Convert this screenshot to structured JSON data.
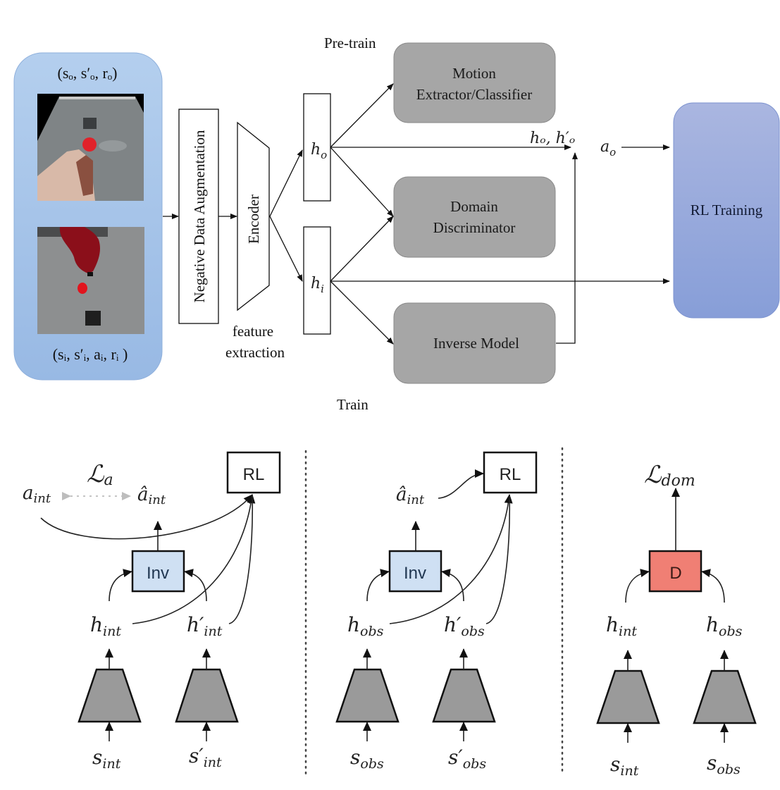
{
  "top_diagram": {
    "stage_labels": {
      "pretrain": "Pre-train",
      "train": "Train"
    },
    "input_panel": {
      "top_tuple": "(sₒ, s′ₒ, rₒ)",
      "bottom_tuple": "(sᵢ, s′ᵢ, aᵢ, rᵢ )",
      "top_image": "human-hand-demo-image",
      "bottom_image": "robot-arm-sim-image",
      "color": "#a9c6ea"
    },
    "nda_box": {
      "label": "Negative Data Augmentation"
    },
    "encoder": {
      "label": "Encoder",
      "caption_line1": "feature",
      "caption_line2": "extraction"
    },
    "features": {
      "h_o": "h",
      "h_o_sub": "o",
      "h_i": "h",
      "h_i_sub": "i"
    },
    "modules": [
      {
        "id": "motion",
        "line1": "Motion",
        "line2": "Extractor/Classifier"
      },
      {
        "id": "domain",
        "line1": "Domain",
        "line2": "Discriminator"
      },
      {
        "id": "inverse",
        "line1": "Inverse Model",
        "line2": ""
      }
    ],
    "edge_labels": {
      "ho_pair": "hₒ, h′ₒ",
      "a_o": "a",
      "a_o_sub": "o"
    },
    "rl_box": {
      "label": "RL Training",
      "color": "#95a8dc"
    },
    "module_color": "#a6a6a6"
  },
  "bottom_diagram": {
    "panels": [
      {
        "loss": "ℒ",
        "loss_sub": "a",
        "a_true": "a",
        "a_true_sub": "int",
        "a_hat": "â",
        "a_hat_sub": "int",
        "rl": "RL",
        "module": "Inv",
        "h1": "h",
        "h1_sub": "int",
        "h2": "h′",
        "h2_sub": "int",
        "s1": "s",
        "s1_sub": "int",
        "s2": "s′",
        "s2_sub": "int"
      },
      {
        "a_hat": "â",
        "a_hat_sub": "int",
        "rl": "RL",
        "module": "Inv",
        "h1": "h",
        "h1_sub": "obs",
        "h2": "h′",
        "h2_sub": "obs",
        "s1": "s",
        "s1_sub": "obs",
        "s2": "s′",
        "s2_sub": "obs"
      },
      {
        "loss": "ℒ",
        "loss_sub": "dom",
        "module": "D",
        "h1": "h",
        "h1_sub": "int",
        "h2": "h",
        "h2_sub": "obs",
        "s1": "s",
        "s1_sub": "int",
        "s2": "s",
        "s2_sub": "obs"
      }
    ],
    "inv_color": "#cfe0f3",
    "disc_color": "#f07f74",
    "encoder_color": "#9a9a9a"
  }
}
